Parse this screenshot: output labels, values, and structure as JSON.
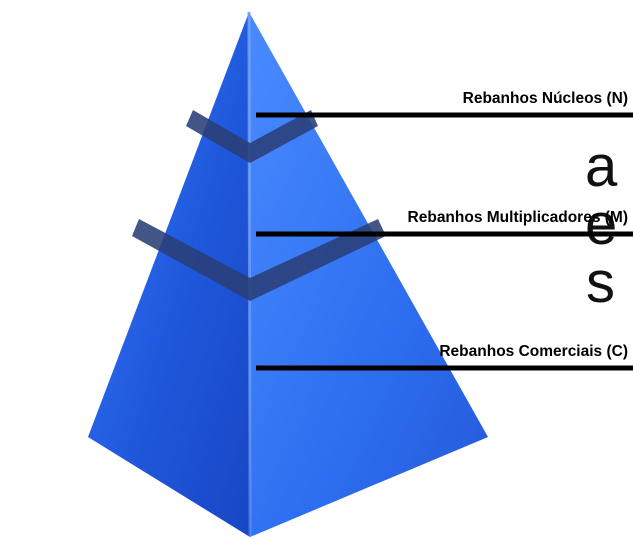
{
  "side_text_fragments": [
    "a",
    "e",
    "s"
  ],
  "pyramid": {
    "tiers": [
      {
        "label": "Rebanhos Núcleos (N)"
      },
      {
        "label": "Rebanhos Multiplicadores (M)"
      },
      {
        "label": "Rebanhos Comerciais (C)"
      }
    ],
    "colors": {
      "left_face": "#1f58dc",
      "right_face": "#2d6ef0",
      "bands": "#2a3f78",
      "leader_lines": "#000000"
    }
  }
}
